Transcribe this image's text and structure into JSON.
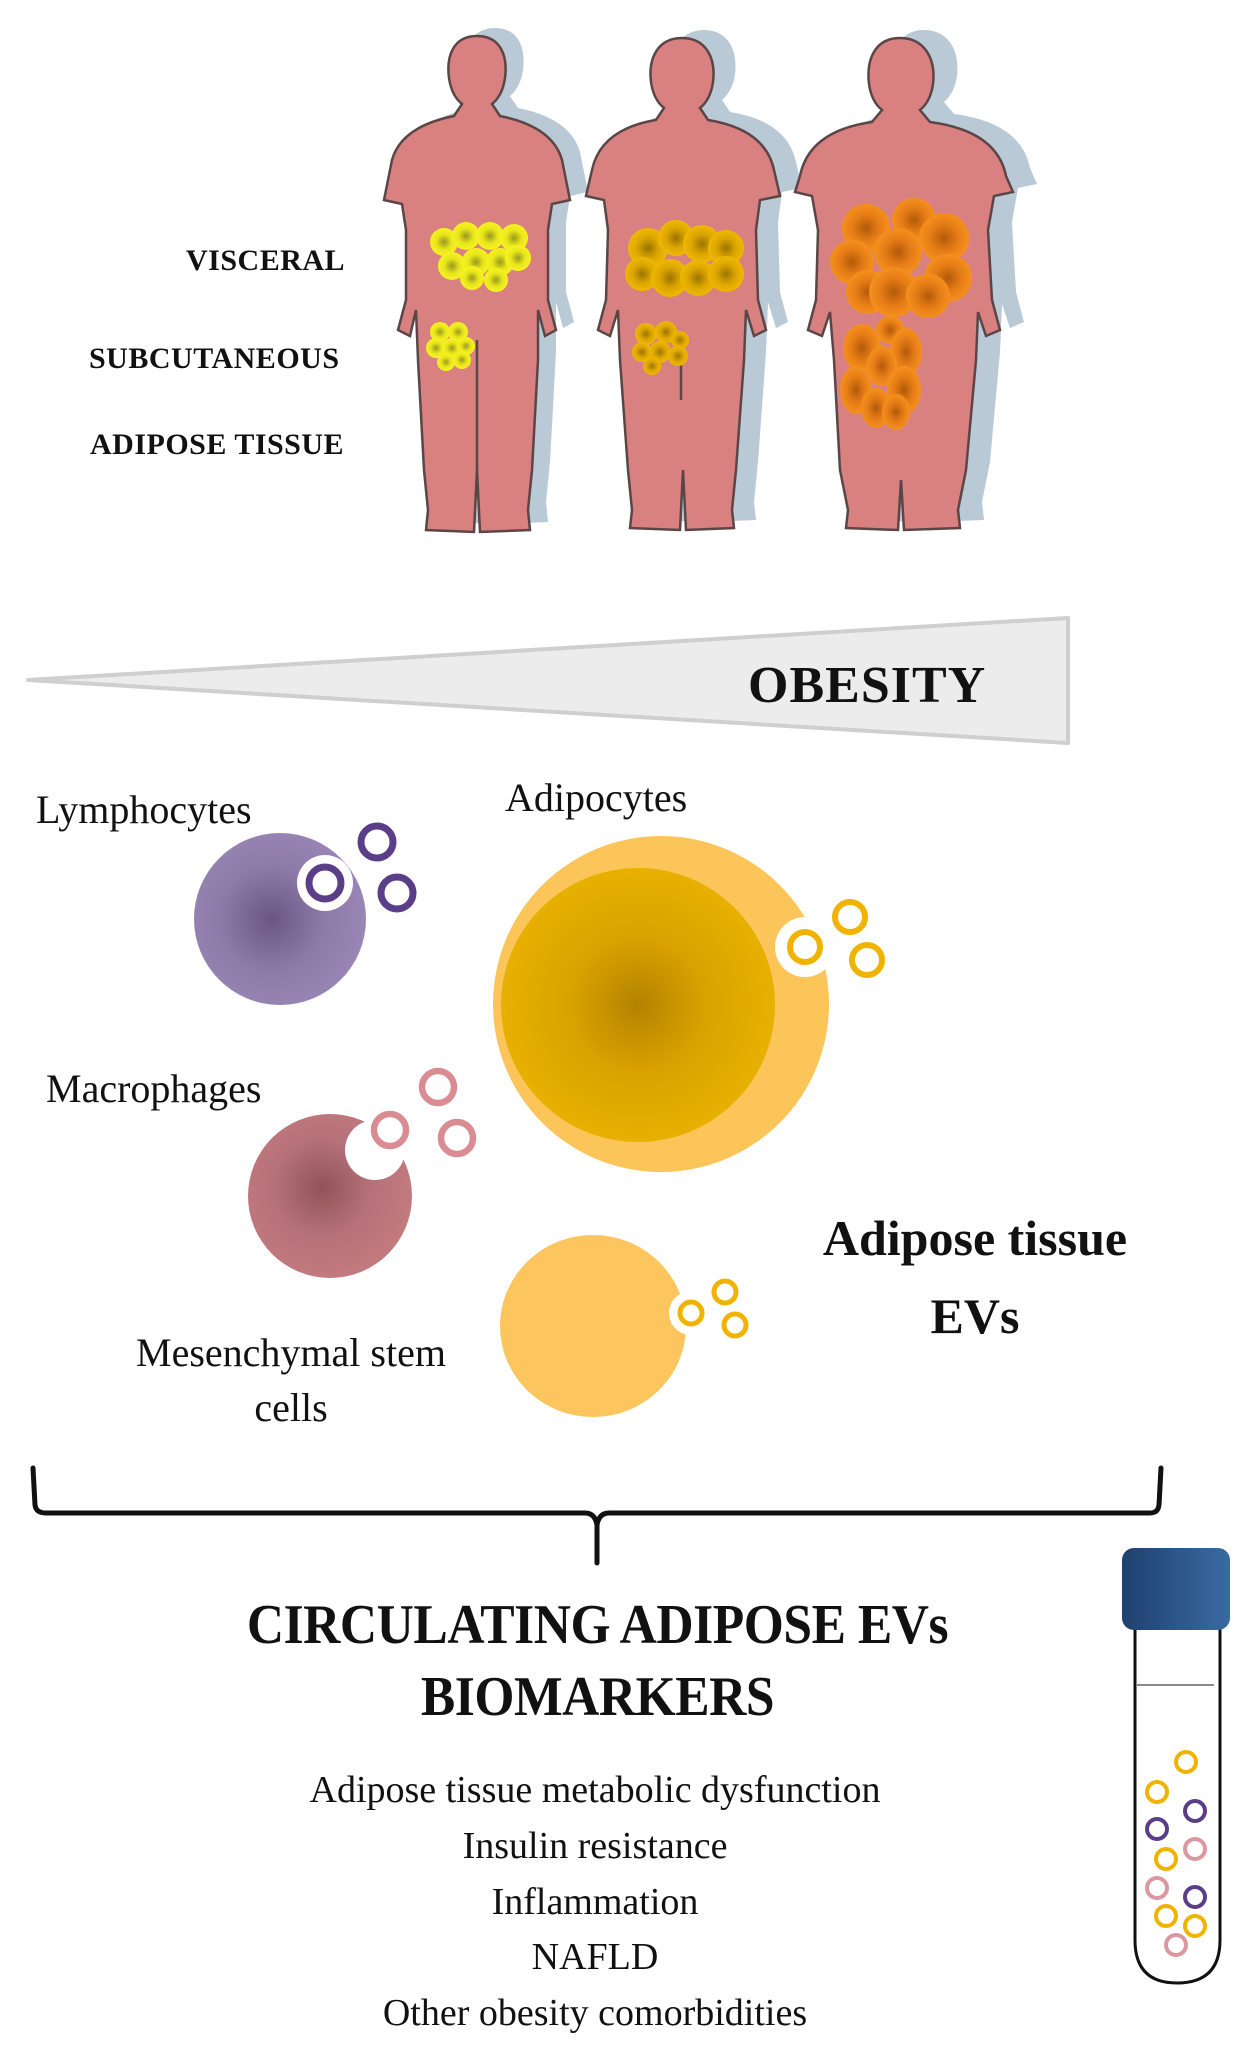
{
  "figures": {
    "labels": {
      "visceral": "VISCERAL",
      "subcutaneous": "SUBCUTANEOUS",
      "adipose_tissue": "ADIPOSE TISSUE"
    },
    "body_color": "#d98080",
    "outline_color": "#5a4646",
    "shadow_color": "#b9c9d5",
    "fat_colors": [
      "#f2ef1a",
      "#e9b200",
      "#f0891c"
    ]
  },
  "obesity": {
    "label": "OBESITY",
    "fill": "#ececec",
    "edge": "#cfcfcf"
  },
  "cells": {
    "lymphocytes": {
      "label": "Lymphocytes",
      "color": "#9a86b6",
      "ev_color": "#5b3e88"
    },
    "adipocytes": {
      "label": "Adipocytes",
      "color": "#fbc55a",
      "inner_color": "#e9b000",
      "ev_color": "#f0b400"
    },
    "macrophages": {
      "label": "Macrophages",
      "color": "#c27a7d",
      "ev_color": "#d98d92"
    },
    "msc": {
      "label_line1": "Mesenchymal stem",
      "label_line2": "cells",
      "color": "#fcc55e",
      "ev_color": "#f0b400"
    }
  },
  "at_evs": {
    "line1": "Adipose tissue",
    "line2": "EVs"
  },
  "biomarkers": {
    "title_line1": "CIRCULATING ADIPOSE EVs",
    "title_line2": "BIOMARKERS",
    "items": [
      "Adipose tissue metabolic dysfunction",
      "Insulin resistance",
      "Inflammation",
      "NAFLD",
      "Other obesity comorbidities"
    ]
  },
  "tube": {
    "cap_color": "#2e5a8f"
  }
}
